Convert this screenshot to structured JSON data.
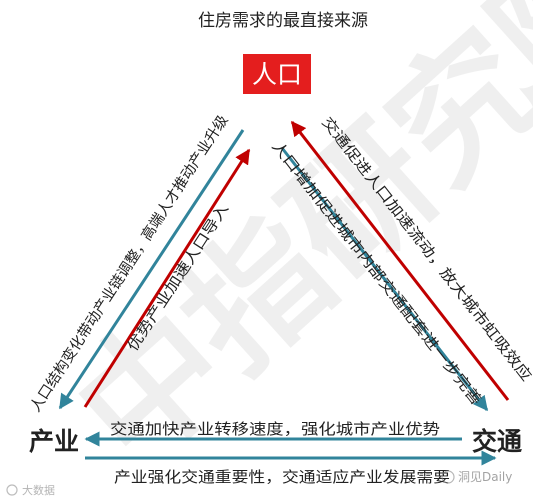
{
  "title": "住房需求的最直接来源",
  "nodes": {
    "top": "人口",
    "left": "产业",
    "right": "交通"
  },
  "edges": {
    "left_outer": "人口结构变化带动产业链调整，高端人才推动产业升级",
    "left_inner": "优势产业加速人口导入",
    "right_outer": "交通促进人口加速流动，放大城市虹吸效应",
    "right_inner": "人口增加促进城市内部交通配套进一步完善",
    "bottom_top": "交通加快产业转移速度，强化城市产业优势",
    "bottom_bottom": "产业强化交通重要性，交通适应产业发展需要"
  },
  "watermarks": {
    "bg": "中指研究院",
    "credit_left": "大数据",
    "credit_right": "洞见Daily"
  },
  "colors": {
    "red": "#c00000",
    "teal": "#31849b",
    "node_box": "#e41e1e",
    "text": "#222222"
  }
}
